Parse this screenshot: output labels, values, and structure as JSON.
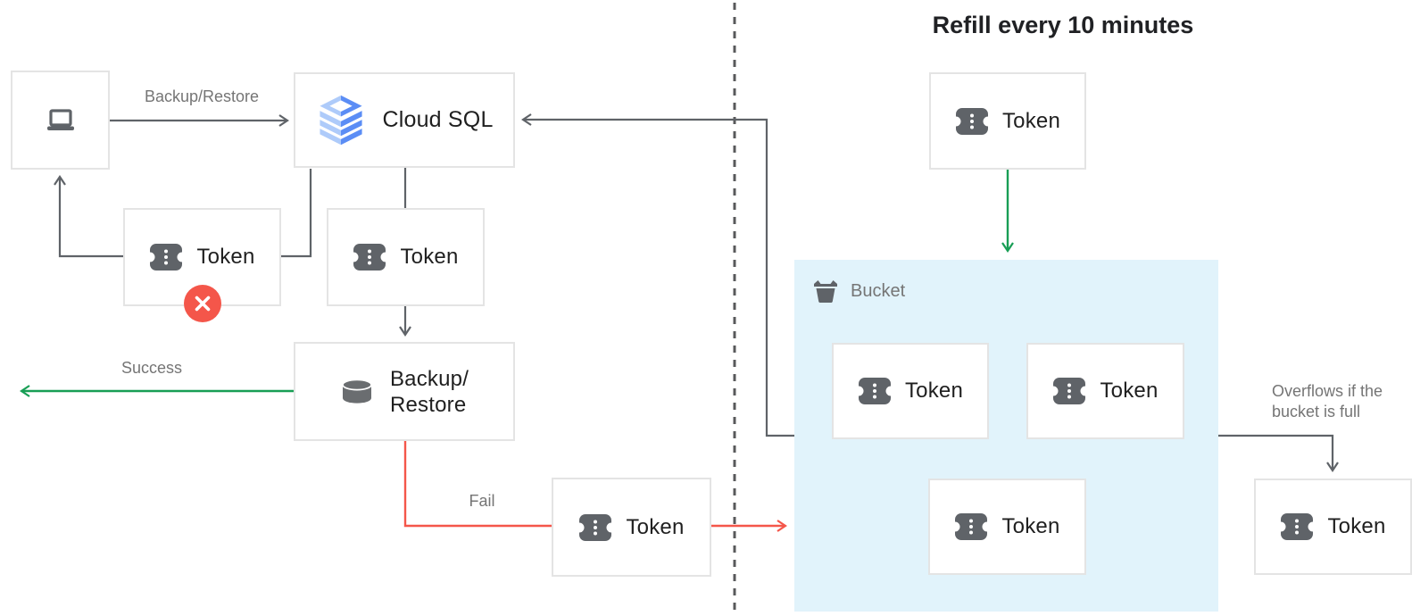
{
  "diagram": {
    "refill_title": "Refill every 10 minutes",
    "bucket_label": "Bucket",
    "overflow_note": {
      "line1": "Overflows if the",
      "line2": "bucket is full"
    }
  },
  "nodes": {
    "cloud_sql": "Cloud SQL",
    "backup_restore": {
      "line1": "Backup/",
      "line2": "Restore"
    },
    "token": "Token"
  },
  "edge_labels": {
    "backup_restore": "Backup/Restore",
    "success": "Success",
    "fail": "Fail"
  },
  "icons": {
    "client": "laptop-icon",
    "cloud_sql": "cloud-sql-stack-icon",
    "token": "token-ticket-icon",
    "backup_restore": "database-cylinder-icon",
    "bucket": "bucket-basket-icon",
    "rejected": "x-circle-icon"
  },
  "colors": {
    "bucket_bg": "#e1f3fb",
    "success_green": "#189e55",
    "fail_red": "#f4564a",
    "connector_gray": "#5f6368",
    "separator_gray": "#58595b",
    "icon_gray": "#5f6368",
    "cloud_sql_blue": "#5b8df5",
    "cloud_sql_light_blue": "#aecbfa",
    "node_border": "#e4e4e4",
    "label_gray": "#757575",
    "text_dark": "#1f1f1f"
  }
}
